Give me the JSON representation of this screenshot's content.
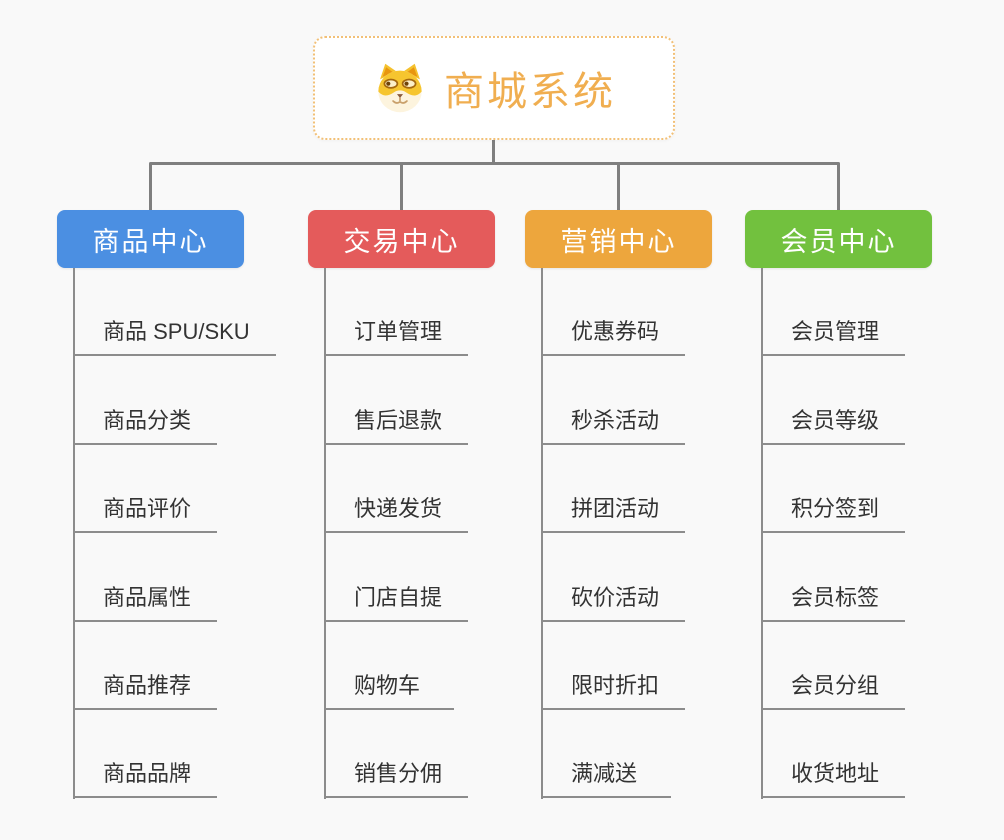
{
  "root": {
    "title": "商城系统",
    "title_color": "#f0ae50",
    "border_color": "#f2c077",
    "icon": "doge-icon"
  },
  "branches": [
    {
      "label": "商品中心",
      "color": "#4b8fe2",
      "items": [
        "商品 SPU/SKU",
        "商品分类",
        "商品评价",
        "商品属性",
        "商品推荐",
        "商品品牌"
      ]
    },
    {
      "label": "交易中心",
      "color": "#e45b5b",
      "items": [
        "订单管理",
        "售后退款",
        "快递发货",
        "门店自提",
        "购物车",
        "销售分佣"
      ]
    },
    {
      "label": "营销中心",
      "color": "#eda63d",
      "items": [
        "优惠券码",
        "秒杀活动",
        "拼团活动",
        "砍价活动",
        "限时折扣",
        "满减送"
      ]
    },
    {
      "label": "会员中心",
      "color": "#72c13e",
      "items": [
        "会员管理",
        "会员等级",
        "积分签到",
        "会员标签",
        "会员分组",
        "收货地址"
      ]
    }
  ],
  "colors": {
    "background": "#f9f9f9",
    "connector": "#7f7f7f",
    "underline": "#8c8c8c",
    "item_text": "#333333"
  }
}
